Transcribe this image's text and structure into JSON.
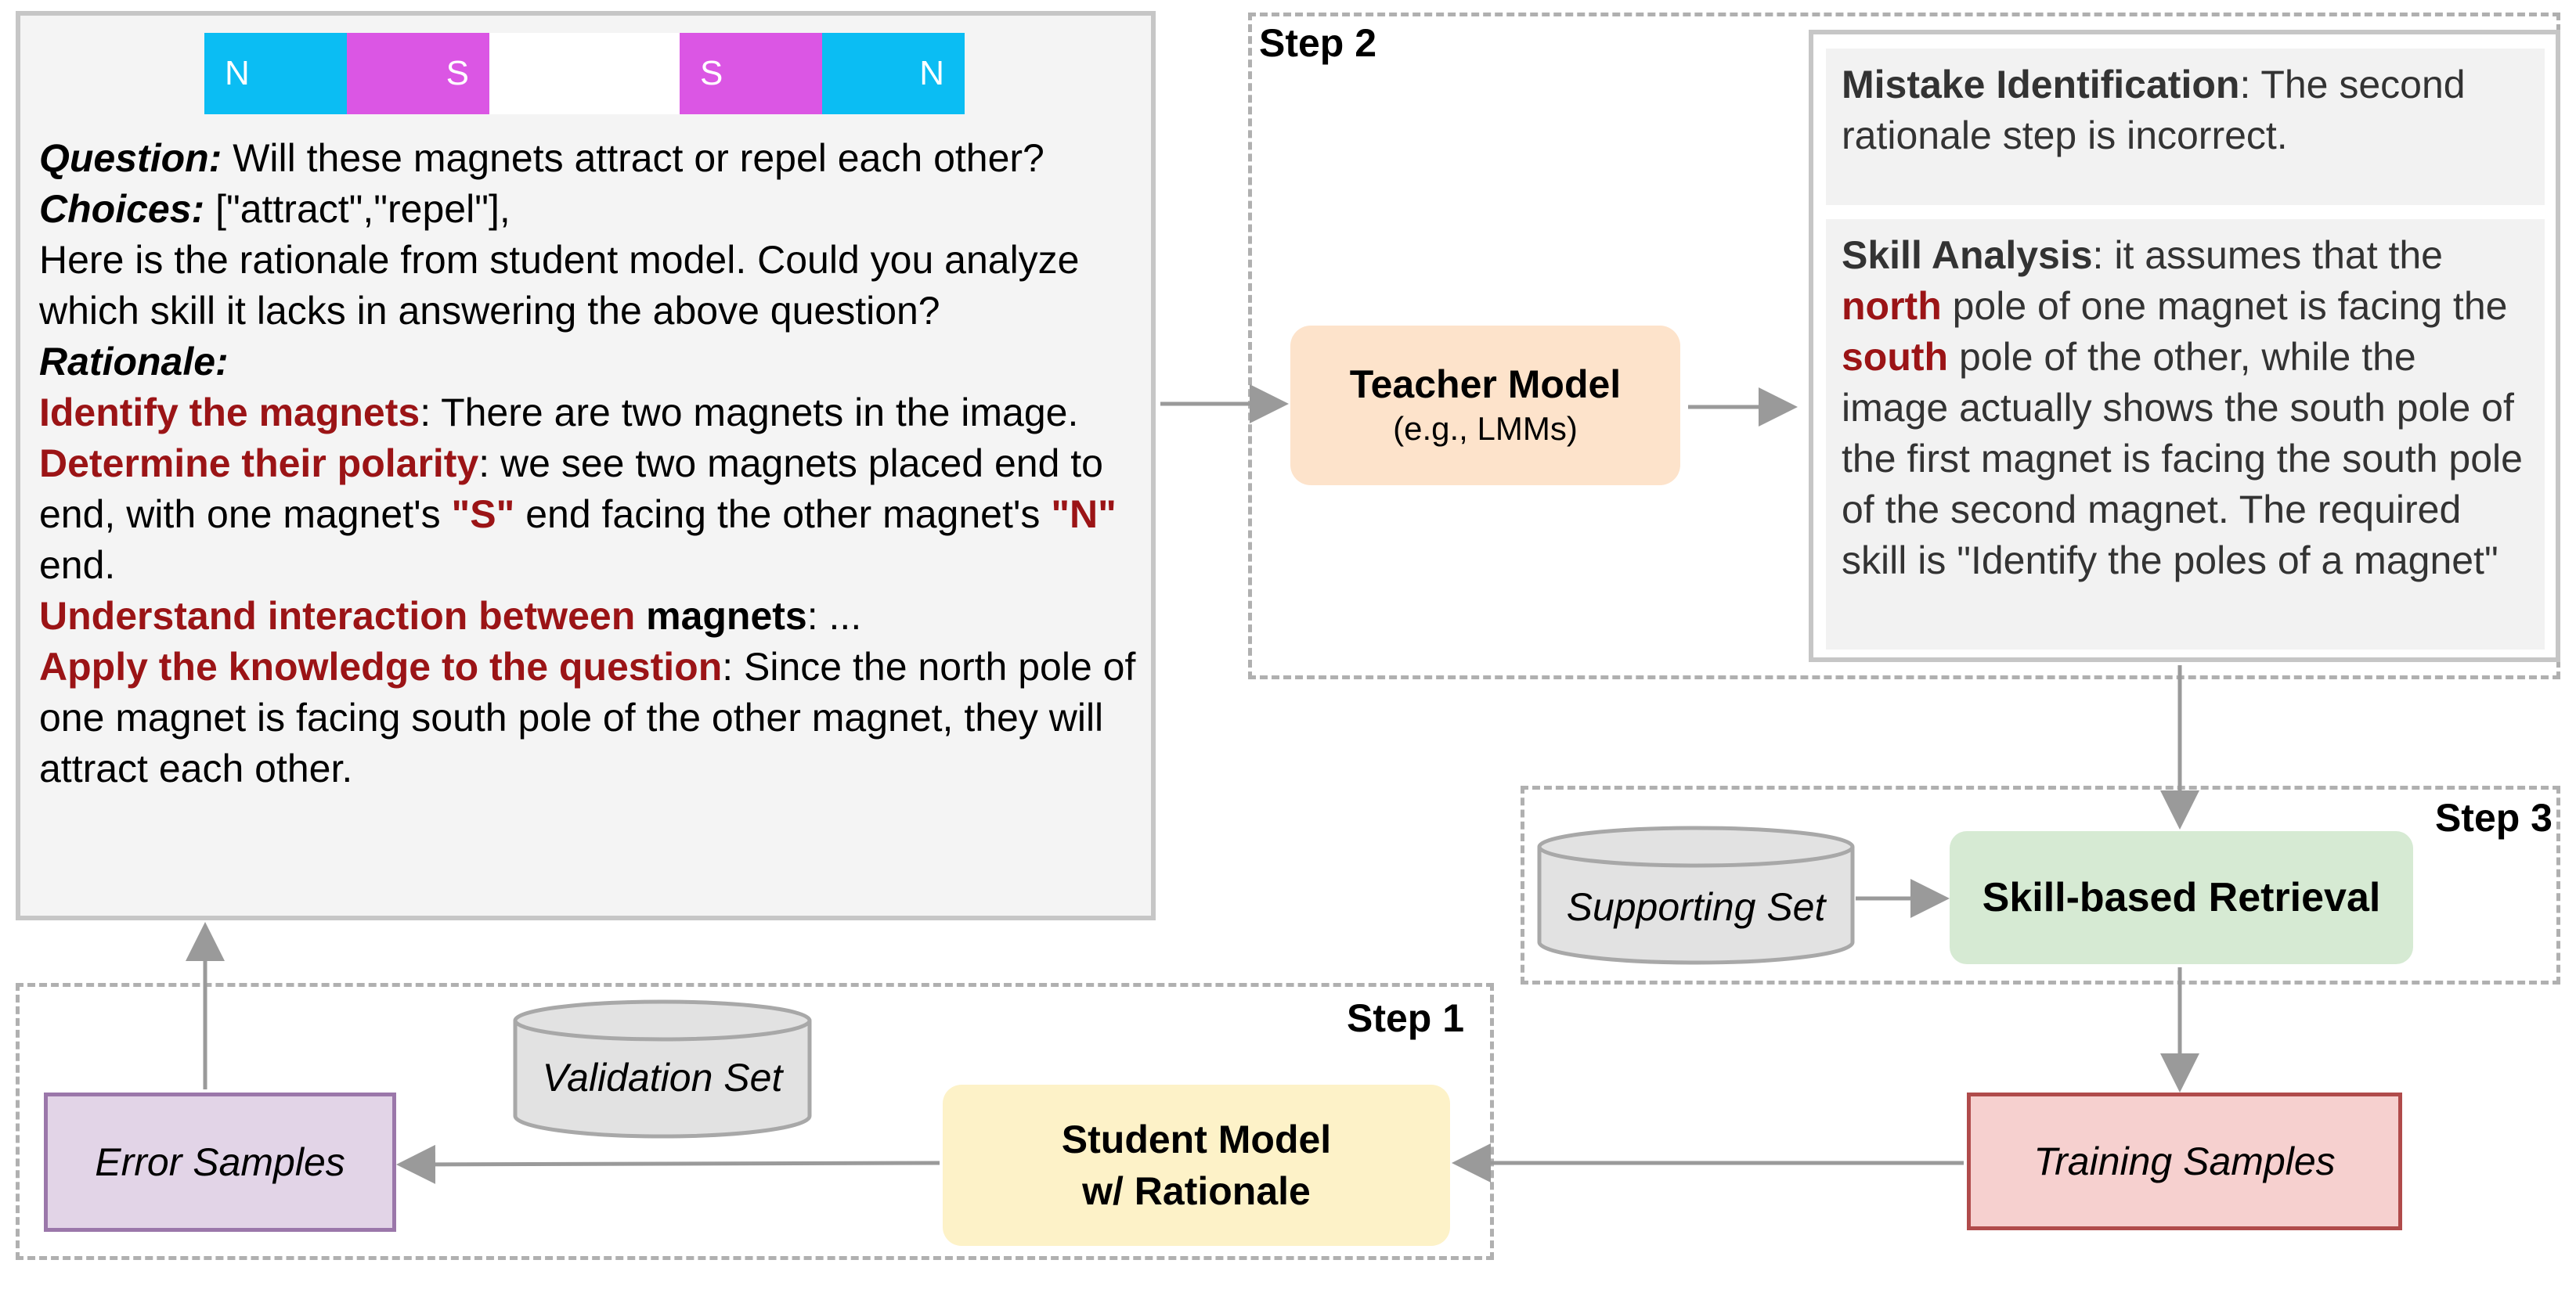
{
  "magnets": [
    {
      "label": "N",
      "color": "#0bbdf3"
    },
    {
      "label": "S",
      "color": "#db56e4"
    },
    {
      "label": "S",
      "color": "#db56e4"
    },
    {
      "label": "N",
      "color": "#0bbdf3"
    }
  ],
  "question_panel": {
    "question_label": "Question:",
    "question_text": " Will these magnets attract or repel each other?",
    "choices_label": "Choices:",
    "choices_text": " [\"attract\",\"repel\"],",
    "prompt_text": "Here is the rationale from student model. Could you analyze which skill it lacks in answering the above question?",
    "rationale_label": "Rationale:",
    "steps": [
      {
        "title": "Identify the magnets",
        "text": ": There are two magnets in the image."
      },
      {
        "title": "Determine their polarity",
        "text_a": ":  we see two magnets placed end to end, with one magnet's ",
        "highlight_a": "\"S\"",
        "text_b": " end facing the other magnet's ",
        "highlight_b": "\"N\"",
        "text_c": " end."
      },
      {
        "title": "Understand interaction between",
        "bold_tail": " magnets",
        "text": ": ..."
      },
      {
        "title": "Apply the knowledge to the question",
        "text": ": Since the north pole of one magnet is facing south pole of the other magnet, they will attract each other."
      }
    ]
  },
  "step2": {
    "label": "Step 2",
    "teacher_title": "Teacher Model",
    "teacher_sub": "(e.g., LMMs)",
    "mistake_lead": "Mistake Identification",
    "mistake_text": ": The second rationale step is incorrect.",
    "skill_lead": "Skill Analysis",
    "skill_text_a": ": it assumes that the ",
    "skill_hl_a": "north",
    "skill_text_b": " pole of one magnet is facing the ",
    "skill_hl_b": "south",
    "skill_text_c": " pole of the other, while the image actually shows the south pole of the first magnet is facing the south pole of the second magnet. The required skill is \"Identify the poles of a magnet\""
  },
  "step3": {
    "label": "Step 3",
    "supporting_set": "Supporting Set",
    "retrieval": "Skill-based Retrieval"
  },
  "step1": {
    "label": "Step 1",
    "validation_set": "Validation Set",
    "student_line1": "Student Model",
    "student_line2": "w/ Rationale",
    "training_samples": "Training Samples",
    "error_samples": "Error Samples"
  },
  "colors": {
    "arrow": "#9a9a9a",
    "highlight_red": "#9b1416",
    "teacher_fill": "#fde3cb",
    "retrieval_fill": "#d6ead3",
    "student_fill": "#fdf2c8",
    "training_fill": "#f6d0cf",
    "error_fill": "#e2d4e7"
  }
}
